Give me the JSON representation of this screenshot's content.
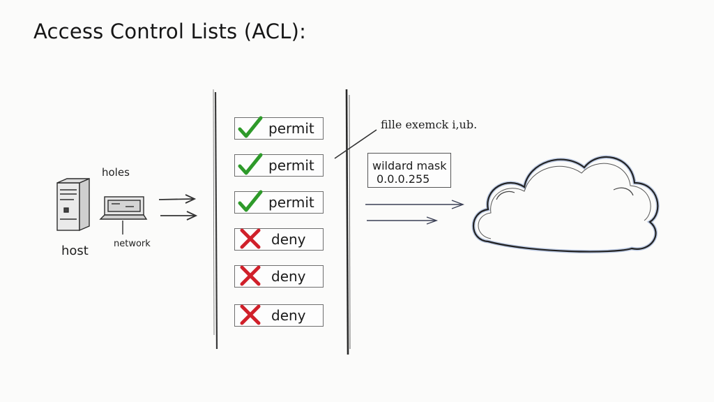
{
  "title": "Access Control Lists (ACL):",
  "labels": {
    "holes": "holes",
    "host": "host",
    "network": "network"
  },
  "rules": [
    {
      "action": "permit",
      "mark": "check"
    },
    {
      "action": "permit",
      "mark": "check"
    },
    {
      "action": "permit",
      "mark": "check"
    },
    {
      "action": "deny",
      "mark": "cross"
    },
    {
      "action": "deny",
      "mark": "cross"
    },
    {
      "action": "deny",
      "mark": "cross"
    }
  ],
  "note": "fille exemck i,ub.",
  "wildcard": {
    "label": "wildard mask",
    "value": "0.0.0.255"
  },
  "colors": {
    "permit": "#2e9a2a",
    "deny": "#d0202a",
    "cloud_outline": "#2a2a2a",
    "cloud_tint": "#9fb3d8"
  },
  "icons": [
    "server-tower-icon",
    "terminal-computer-icon",
    "check-icon",
    "cross-icon",
    "cloud-icon"
  ]
}
